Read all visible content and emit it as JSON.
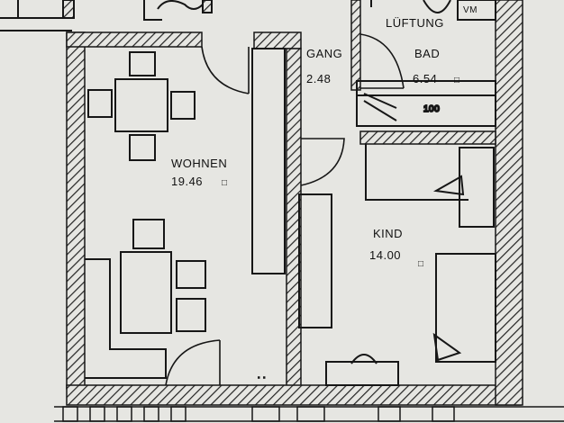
{
  "rooms": {
    "wohnen": {
      "name": "WOHNEN",
      "area": "19.46"
    },
    "gang": {
      "name": "GANG",
      "area": "2.48"
    },
    "bad": {
      "name": "BAD",
      "area": "6.54"
    },
    "kind": {
      "name": "KIND",
      "area": "14.00"
    }
  },
  "annotations": {
    "lueftung": "LÜFTUNG",
    "vm": "VM"
  },
  "area_unit_symbol": "□",
  "colors": {
    "paper": "#e6e6e2",
    "ink": "#161616",
    "wall_hatch": "#222222"
  }
}
